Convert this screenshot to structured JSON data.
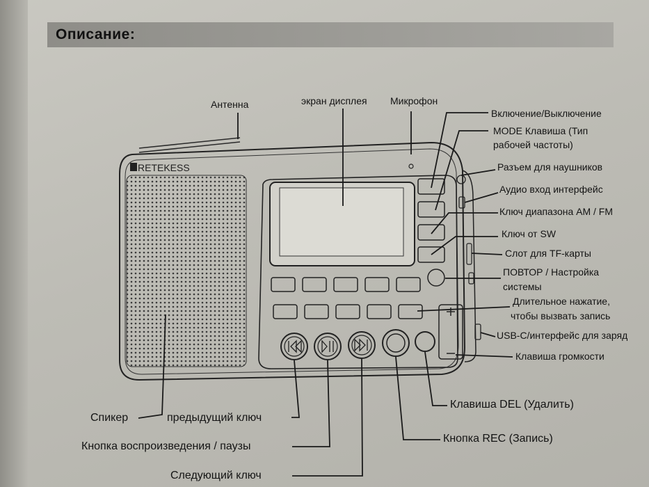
{
  "header": {
    "title": "Описание:"
  },
  "brand": "RETEKESS",
  "labels": {
    "antenna": "Антенна",
    "display": "экран дисплея",
    "microphone": "Микрофон",
    "power": "Включение/Выключение",
    "mode_line1": "MODE Клавиша (Тип",
    "mode_line2": "рабочей частоты)",
    "headphone": "Разъем для наушников",
    "audio_in": "Аудио вход интерфейс",
    "band": "Ключ диапазона AM / FM",
    "sw": "Ключ от SW",
    "tf": "Слот для TF-карты",
    "repeat_line1": "ПОВТОР / Настройка",
    "repeat_line2": "системы",
    "longpress_line1": "Длительное нажатие,",
    "longpress_line2": "чтобы вызвать запись",
    "usbc": "USB-C/интерфейс для заряд",
    "volume": "Клавиша громкости",
    "del": "Клавиша DEL (Удалить)",
    "rec": "Кнопка REC (Запись)",
    "speaker": "Спикер",
    "prev": "предыдущий ключ",
    "play": "Кнопка воспроизведения / паузы",
    "next": "Следующий ключ"
  }
}
